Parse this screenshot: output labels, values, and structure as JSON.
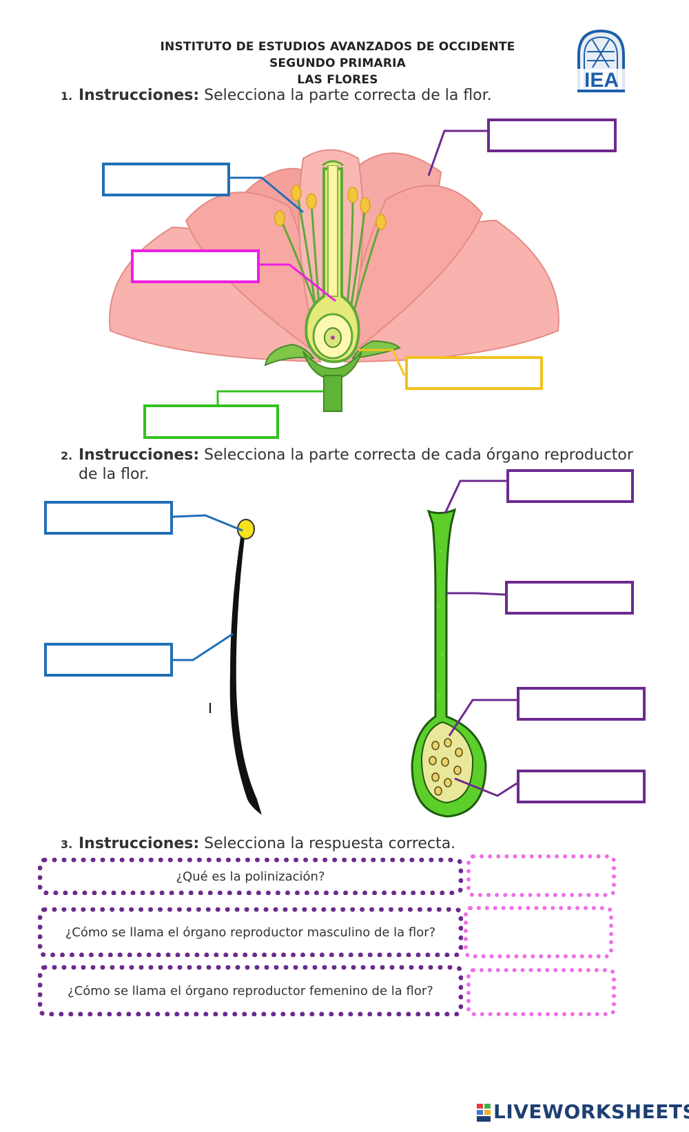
{
  "header": {
    "line1": "INSTITUTO DE ESTUDIOS AVANZADOS DE OCCIDENTE",
    "line2": "SEGUNDO PRIMARIA",
    "line3": "LAS FLORES",
    "logo_text": "IEA"
  },
  "section1": {
    "number": "1.",
    "bold": "Instrucciones:",
    "text": " Selecciona la parte correcta de la flor."
  },
  "section2": {
    "number": "2.",
    "bold": "Instrucciones:",
    "text": " Selecciona la parte correcta de cada órgano reproductor",
    "text2": "de la flor."
  },
  "section3": {
    "number": "3.",
    "bold": "Instrucciones:",
    "text": " Selecciona la respuesta correcta.",
    "questions": [
      "¿Qué es la polinización?",
      "¿Cómo se llama el órgano reproductor masculino de la flor?",
      "¿Cómo se llama el órgano reproductor femenino de la flor?"
    ]
  },
  "footer": {
    "brand": "LIVEWORKSHEETS"
  },
  "colors": {
    "blue": "#1f6fb5",
    "purple": "#6c2a8f",
    "magenta": "#ee1ee4",
    "yellow": "#f2c21a",
    "green": "#33c11f",
    "petal": "#f4a3a0",
    "dotted_purple": "#6c2a8f",
    "dotted_pink": "#ef6ee6"
  }
}
